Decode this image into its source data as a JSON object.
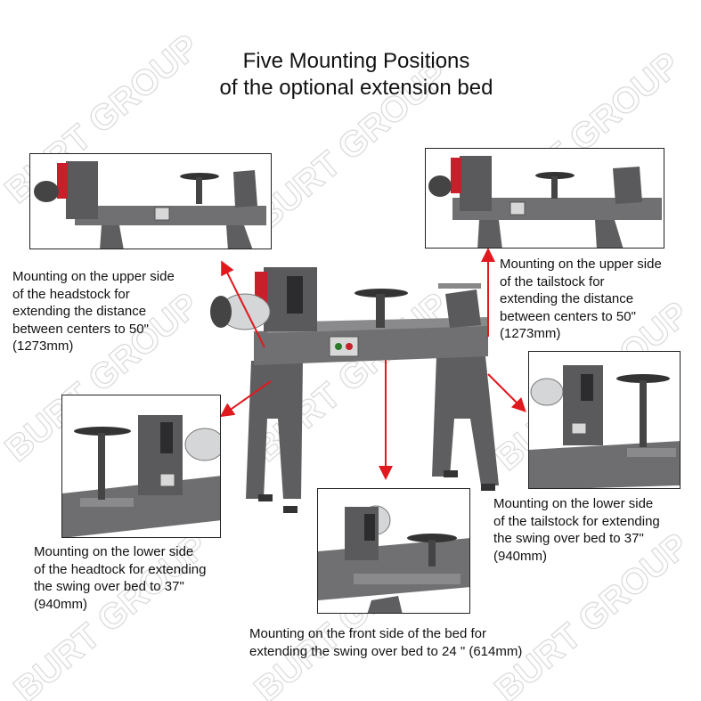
{
  "title": {
    "line1": "Five Mounting Positions",
    "line2": "of the optional extension bed"
  },
  "watermark": {
    "text": "BURT GROUP"
  },
  "captions": {
    "headstock_upper": {
      "line1": "Mounting on the upper side",
      "line2": "of the headstock for",
      "line3": "extending the distance",
      "line4": "between centers to 50\"",
      "line5": "(1273mm)"
    },
    "tailstock_upper": {
      "line1": "Mounting on the upper side",
      "line2": "of the tailstock for",
      "line3": "extending the distance",
      "line4": "between centers to 50\"",
      "line5": "(1273mm)"
    },
    "headstock_lower": {
      "line1": "Mounting on the lower side",
      "line2": "of the headtock for extending",
      "line3": "the swing over bed to 37\"",
      "line4": "(940mm)"
    },
    "tailstock_lower": {
      "line1": "Mounting on the lower side",
      "line2": "of the tailstock for extending",
      "line3": "the swing over bed to 37\"",
      "line4": "(940mm)"
    },
    "front_bed": {
      "line1": "Mounting on the front side of the bed for",
      "line2": "extending the swing over bed to 24 \" (614mm)"
    }
  },
  "colors": {
    "arrow": "#e0191e",
    "lathe_body": "#6e6e70",
    "lathe_dark": "#3a3a3c",
    "accent_red": "#c8202a",
    "motor_silver": "#d4d6d8"
  }
}
